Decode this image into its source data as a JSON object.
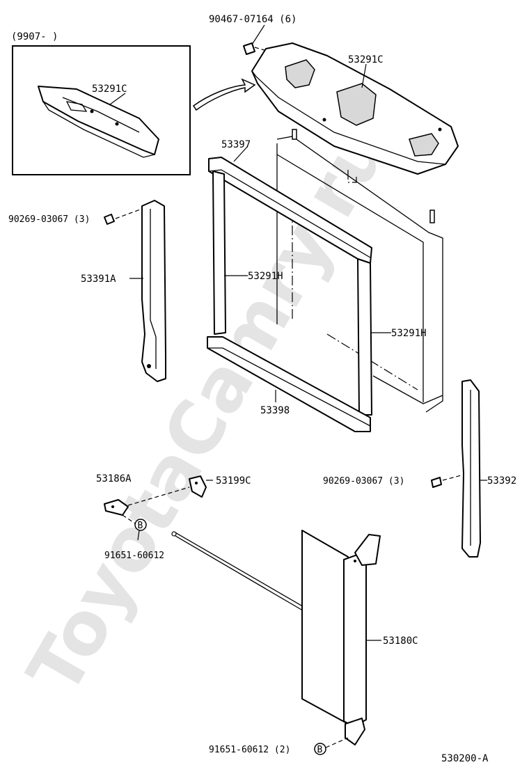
{
  "watermark": "ToyotaCamry.ru",
  "inset": {
    "range_label": "(9907-        )"
  },
  "labels": {
    "bolt_top": "90467-07164 (6)",
    "support_top": "53291C",
    "support_inset": "53291C",
    "seal_upper": "53397",
    "seal_side_left": "53291H",
    "seal_side_right": "53291H",
    "seal_lower": "53398",
    "screw_left": "90269-03067 (3)",
    "seal_left": "53391A",
    "screw_right": "90269-03067 (3)",
    "seal_right": "53392",
    "hook": "53186A",
    "lock": "53199C",
    "pin_left": "91651-60612",
    "cover": "53180C",
    "pin_bottom": "91651-60612 (2)",
    "figure_code": "530200-A"
  },
  "callouts": {
    "b_left": "B",
    "b_bottom": "B"
  }
}
